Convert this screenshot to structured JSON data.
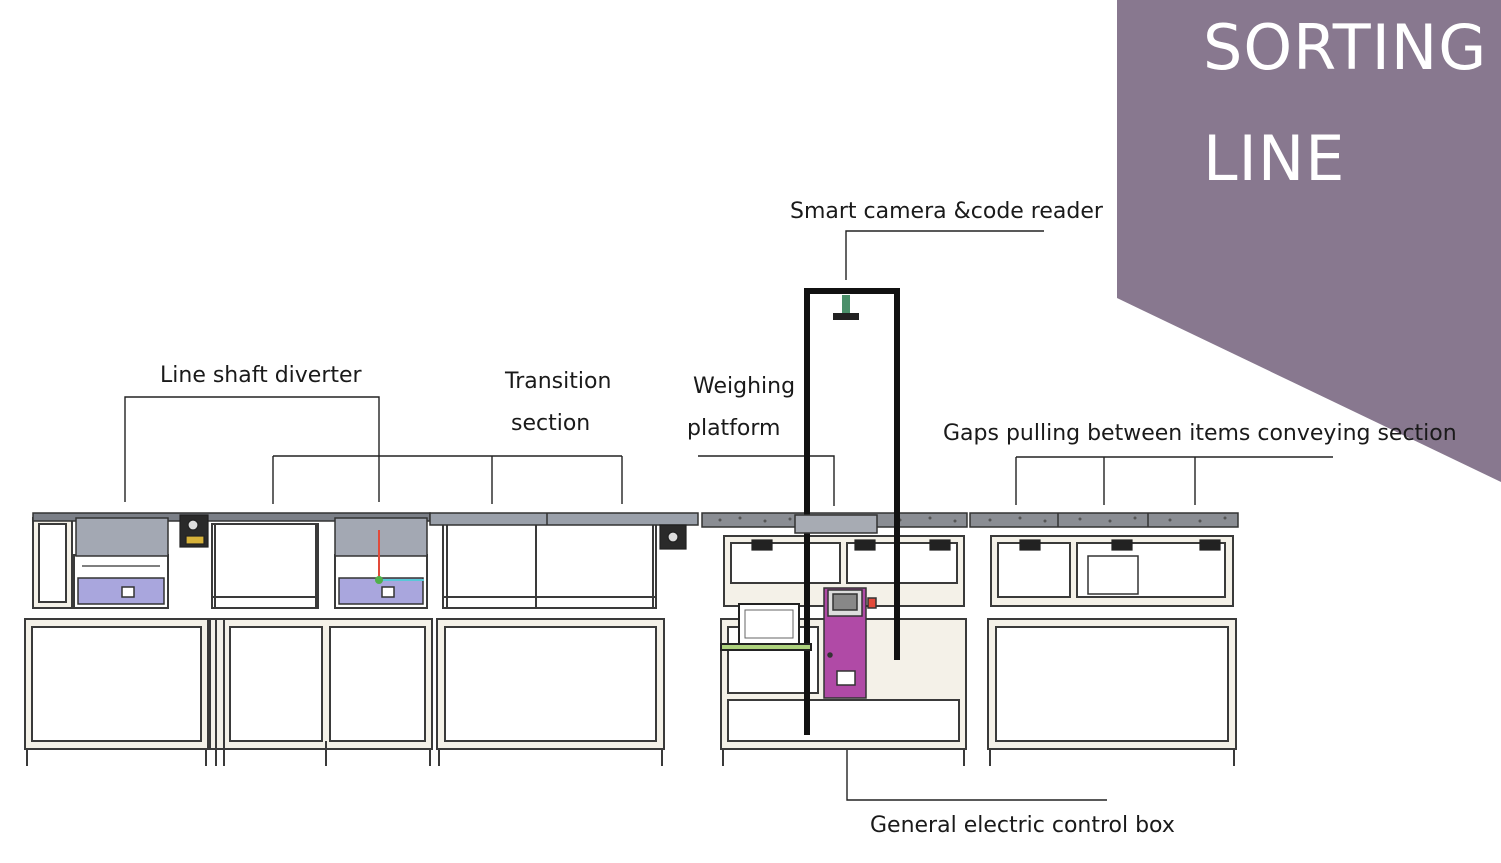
{
  "title": {
    "line1": "SORTING",
    "line2": "LINE"
  },
  "labels": {
    "camera": "Smart camera &code reader",
    "diverter": "Line shaft diverter",
    "transition_1": "Transition",
    "transition_2": "section",
    "weighing_1": "Weighing",
    "weighing_2": "platform",
    "gaps": "Gaps pulling between items conveying section",
    "control_box": "General electric control box"
  },
  "colors": {
    "banner": "#88788f",
    "frame": "#3a3a3a",
    "frame_fill": "#f4f1e8",
    "conveyor": "#9aa0aa",
    "diverter_blue": "#a9a6dd",
    "control_box": "#b04aa6",
    "mount": "#4a8f6a"
  }
}
